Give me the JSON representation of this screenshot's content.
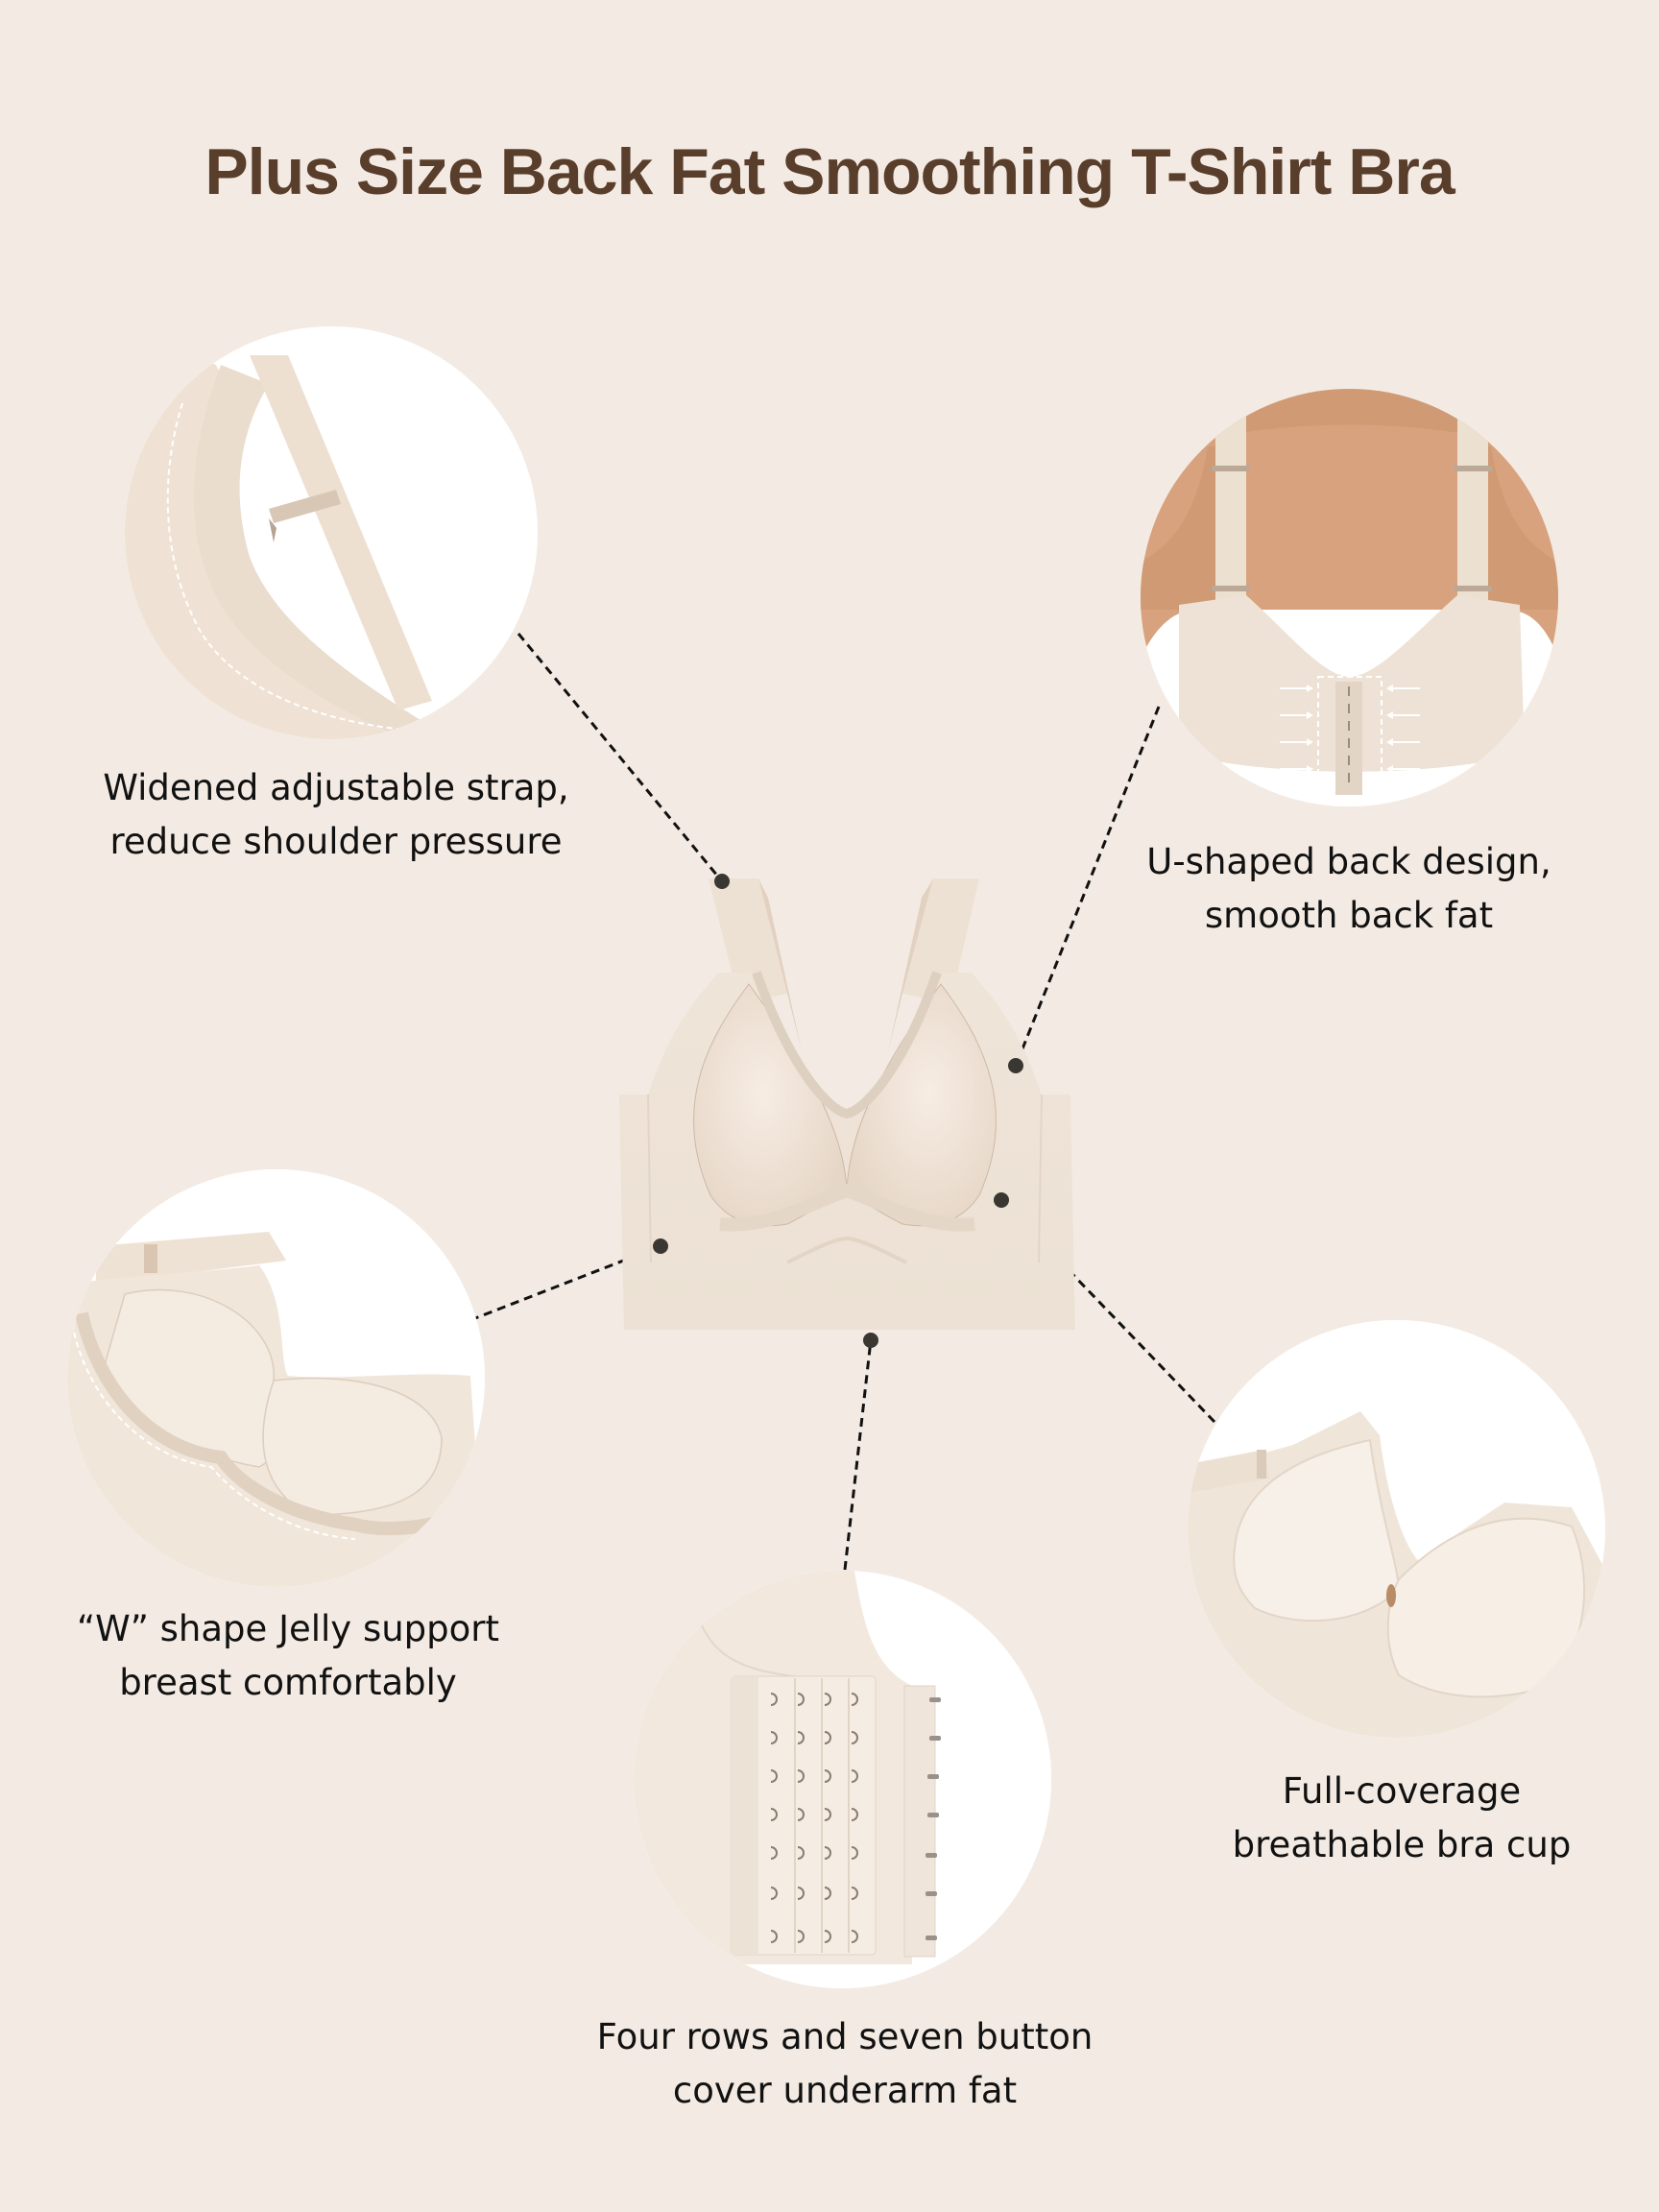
{
  "header": {
    "title": "Plus Size Back Fat Smoothing T-Shirt Bra"
  },
  "colors": {
    "background": "#f3ebe3",
    "title": "#5a3e2c",
    "fabric": "#efe3d6",
    "fabric_shadow": "#e2d3c3",
    "skin": "#d9a47f",
    "marker": "#3a3632",
    "caption": "#111111"
  },
  "features": [
    {
      "id": "strap",
      "icon": "shoulder-strap-closeup",
      "caption_lines": [
        "Widened adjustable strap,",
        "reduce shoulder pressure"
      ]
    },
    {
      "id": "back",
      "icon": "back-view-closeup",
      "caption_lines": [
        "U-shaped back design,",
        "smooth back fat"
      ]
    },
    {
      "id": "jelly",
      "icon": "w-shape-band-closeup",
      "caption_lines": [
        "“W”  shape Jelly support",
        "breast comfortably"
      ]
    },
    {
      "id": "cup",
      "icon": "bra-cup-closeup",
      "caption_lines": [
        "Full-coverage",
        "breathable bra cup"
      ]
    },
    {
      "id": "hooks",
      "icon": "hook-and-eye-closeup",
      "caption_lines": [
        "Four rows and seven button",
        "cover underarm fat"
      ]
    }
  ],
  "hook_grid": {
    "rows": 7,
    "columns": 4
  }
}
